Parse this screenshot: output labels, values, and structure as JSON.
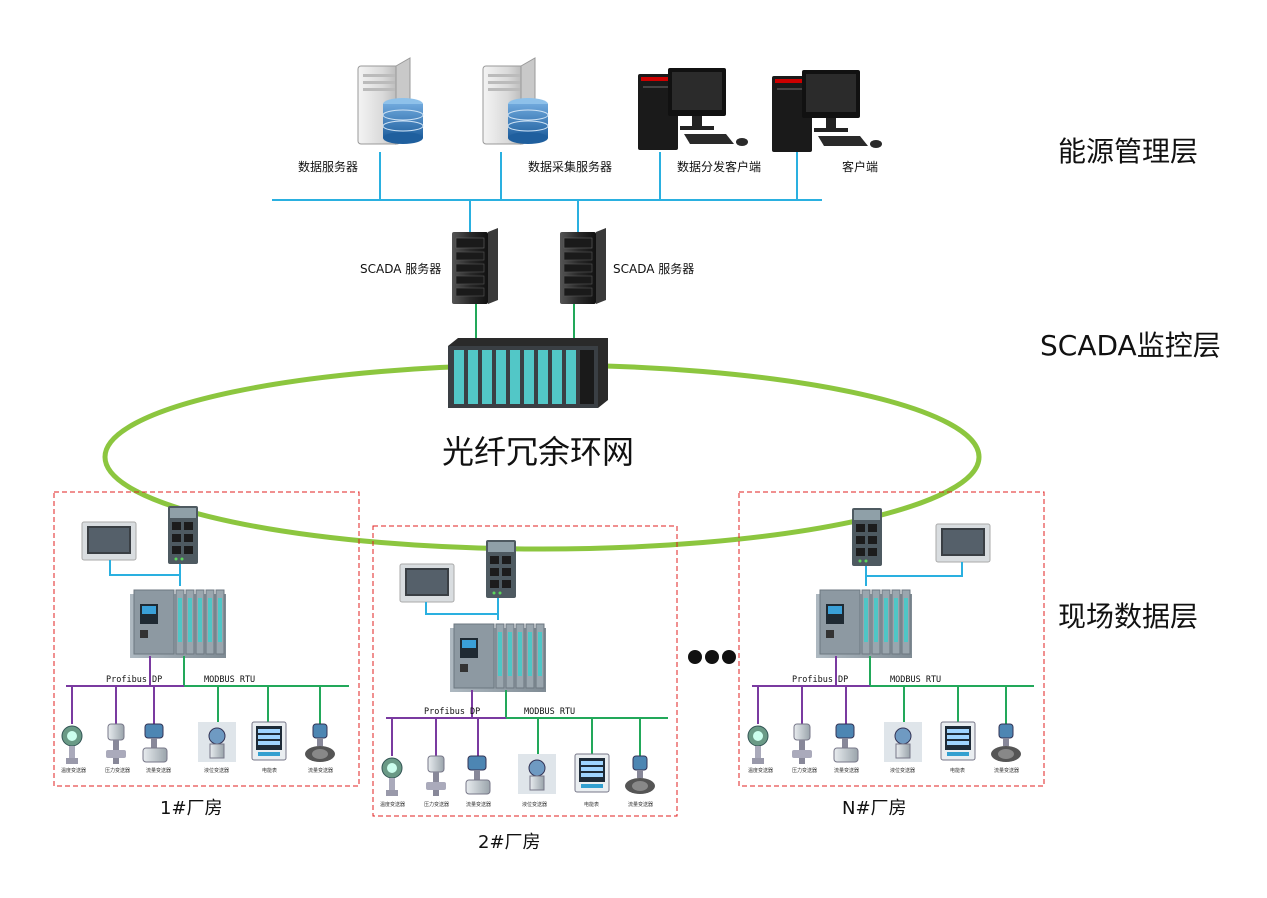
{
  "layers": {
    "energy": "能源管理层",
    "scada": "SCADA监控层",
    "field": "现场数据层"
  },
  "top_nodes": {
    "data_server": "数据服务器",
    "collect_server": "数据采集服务器",
    "dist_client": "数据分发客户端",
    "client": "客户端"
  },
  "scada_servers": {
    "left": "SCADA 服务器",
    "right": "SCADA 服务器"
  },
  "ring": {
    "label": "光纤冗余环网"
  },
  "ellipsis": "•••",
  "plants": {
    "p1": {
      "name": "1#厂房",
      "profibus": "Profibus DP",
      "modbus": "MODBUS RTU",
      "devices": [
        "温度变送器",
        "压力变送器",
        "流量变送器",
        "液位变送器",
        "电能表",
        "流量变送器"
      ]
    },
    "p2": {
      "name": "2#厂房",
      "profibus": "Profibus DP",
      "modbus": "MODBUS RTU",
      "devices": [
        "温度变送器",
        "压力变送器",
        "流量变送器",
        "液位变送器",
        "电能表",
        "流量变送器"
      ]
    },
    "pn": {
      "name": "N#厂房",
      "profibus": "Profibus DP",
      "modbus": "MODBUS RTU",
      "devices": [
        "温度变送器",
        "压力变送器",
        "流量变送器",
        "液位变送器",
        "电能表",
        "流量变送器"
      ]
    }
  },
  "colors": {
    "ethernet": "#2ab0e0",
    "ring": "#8cc63f",
    "profibus": "#7a3aa0",
    "modbus": "#22a85a",
    "boundary": "#e02020"
  }
}
